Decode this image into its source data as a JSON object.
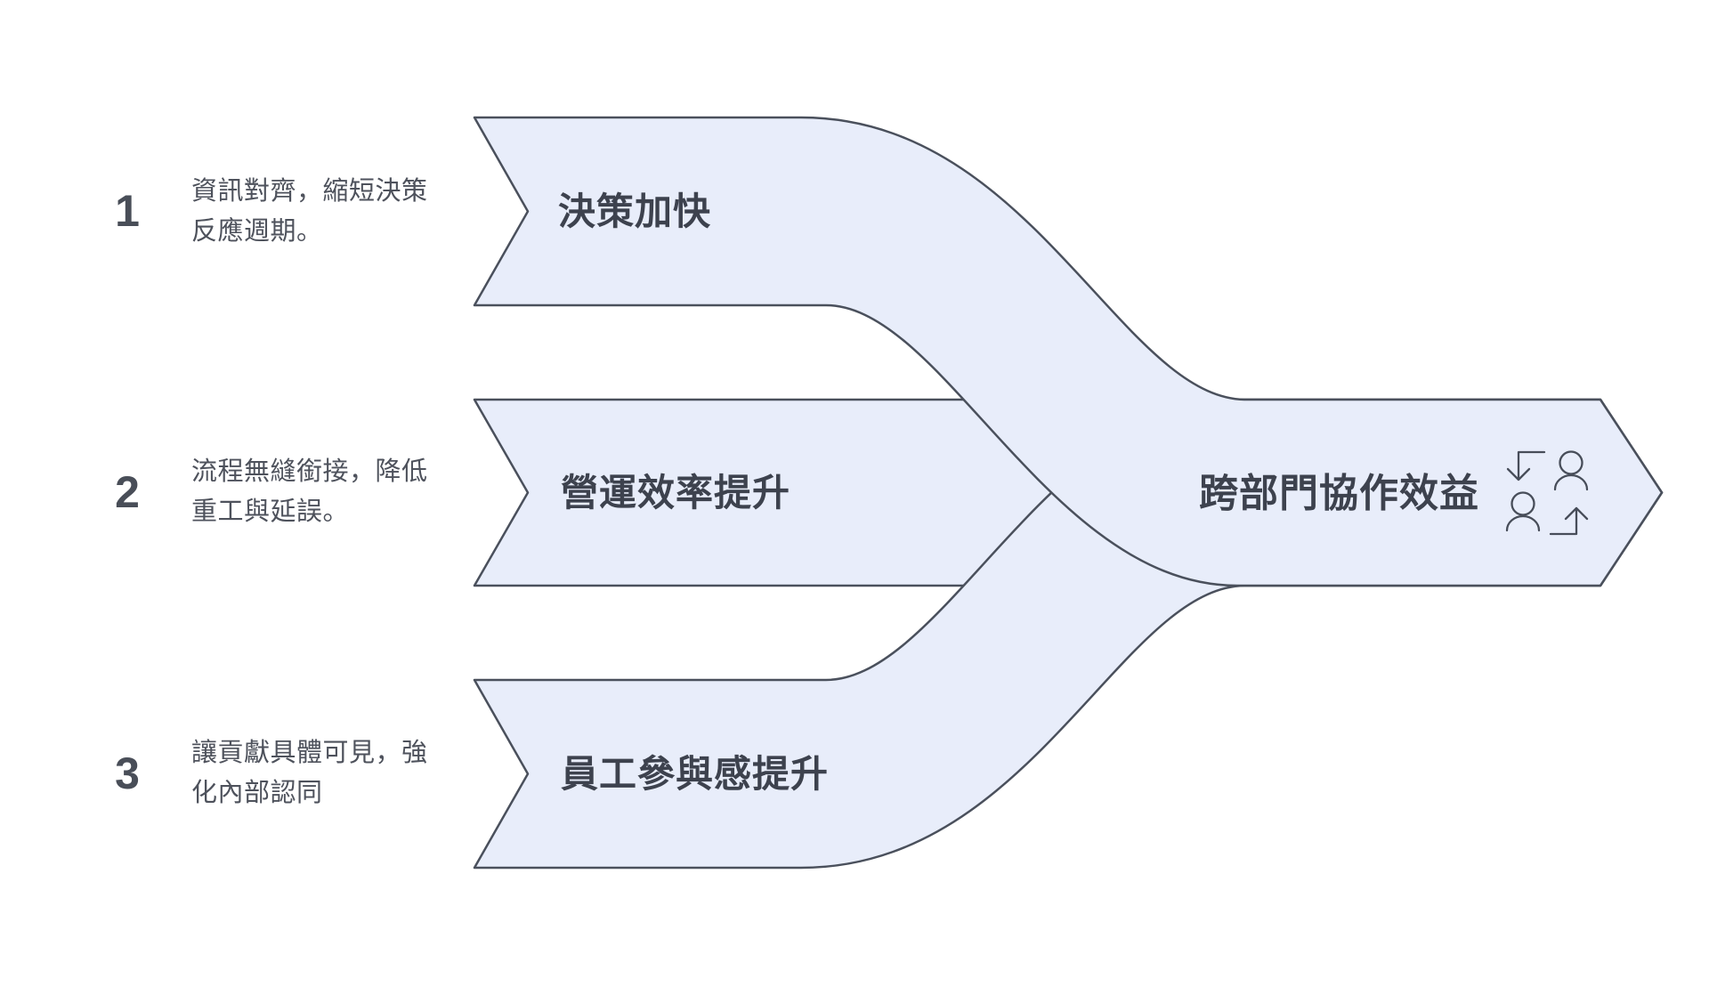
{
  "canvas": {
    "background": "#ffffff",
    "band_fill": "#e8edfa",
    "band_stroke": "#4a505c",
    "label_color": "#3d424e",
    "text_color": "#4e525c"
  },
  "items": [
    {
      "number": "1",
      "description": "資訊對齊，縮短決策\n反應週期。",
      "label": "決策加快"
    },
    {
      "number": "2",
      "description": "流程無縫銜接，降低\n重工與延誤。",
      "label": "營運效率提升"
    },
    {
      "number": "3",
      "description": "讓貢獻具體可見，強\n化內部認同",
      "label": "員工參與感提升"
    }
  ],
  "output": {
    "label": "跨部門協作效益",
    "icon": "people-exchange-icon"
  }
}
